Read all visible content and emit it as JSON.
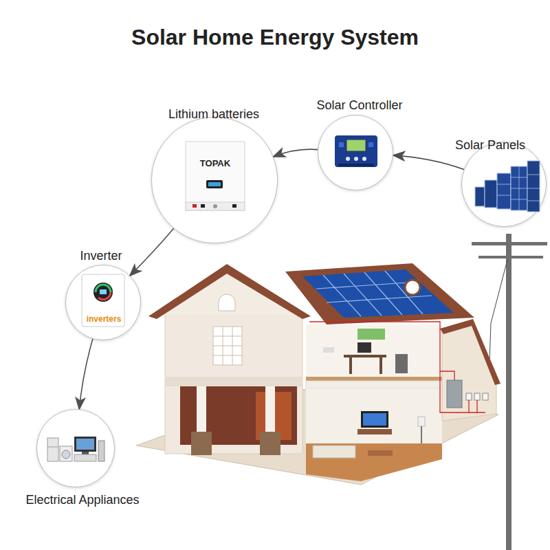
{
  "diagram": {
    "title": "Solar Home Energy System",
    "nodes": [
      {
        "text": [
          "Solar Controller"
        ]
      },
      {
        "text": [
          "Lithium batteries",
          "TOPAK"
        ]
      },
      {
        "text": [
          "Solar Panels"
        ]
      },
      {
        "text": [
          "Inverter",
          "inverters"
        ]
      },
      {
        "text": [
          "Electrical Appliances"
        ]
      }
    ],
    "edges": [
      {
        "from": 2,
        "to": 0,
        "arrow": "to"
      },
      {
        "from": 0,
        "to": 1,
        "arrow": "to"
      },
      {
        "from": 1,
        "to": 3,
        "arrow": "to"
      },
      {
        "from": 3,
        "to": 4,
        "arrow": "to"
      }
    ]
  }
}
